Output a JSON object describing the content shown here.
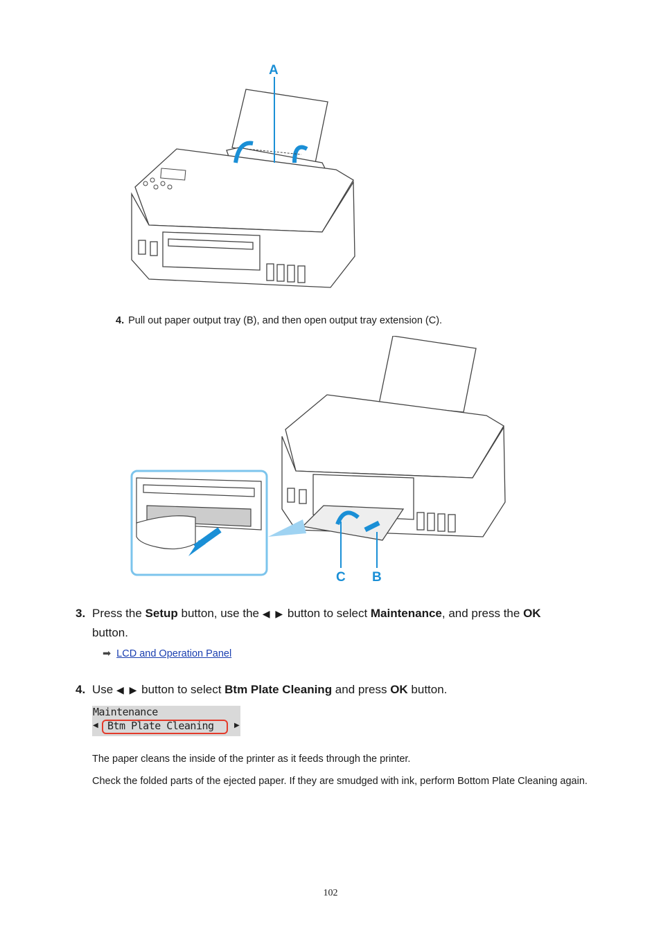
{
  "figure1": {
    "callout_a": "A"
  },
  "substep4": {
    "num": "4.",
    "text": "Pull out paper output tray (B), and then open output tray extension (C)."
  },
  "figure2": {
    "callout_c": "C",
    "callout_b": "B"
  },
  "step3": {
    "num": "3.",
    "t1": "Press the ",
    "b1": "Setup",
    "t2": " button, use the ",
    "arrows": "◀ ▶",
    "t3": " button to select ",
    "b2": "Maintenance",
    "t4": ", and press the ",
    "b3": "OK",
    "t5": "button."
  },
  "link": {
    "text": "LCD and Operation Panel"
  },
  "step4": {
    "num": "4.",
    "t1": "Use ",
    "arrows": "◀ ▶",
    "t2": " button to select ",
    "b1": "Btm Plate Cleaning",
    "t3": " and press ",
    "b2": "OK",
    "t4": " button."
  },
  "lcd": {
    "line1": "Maintenance",
    "line2": "Btm Plate Cleaning",
    "left_arrow": "◀",
    "right_arrow": "▶"
  },
  "para1": "The paper cleans the inside of the printer as it feeds through the printer.",
  "para2": "Check the folded parts of the ejected paper. If they are smudged with ink, perform Bottom Plate Cleaning again.",
  "page_number": "102"
}
